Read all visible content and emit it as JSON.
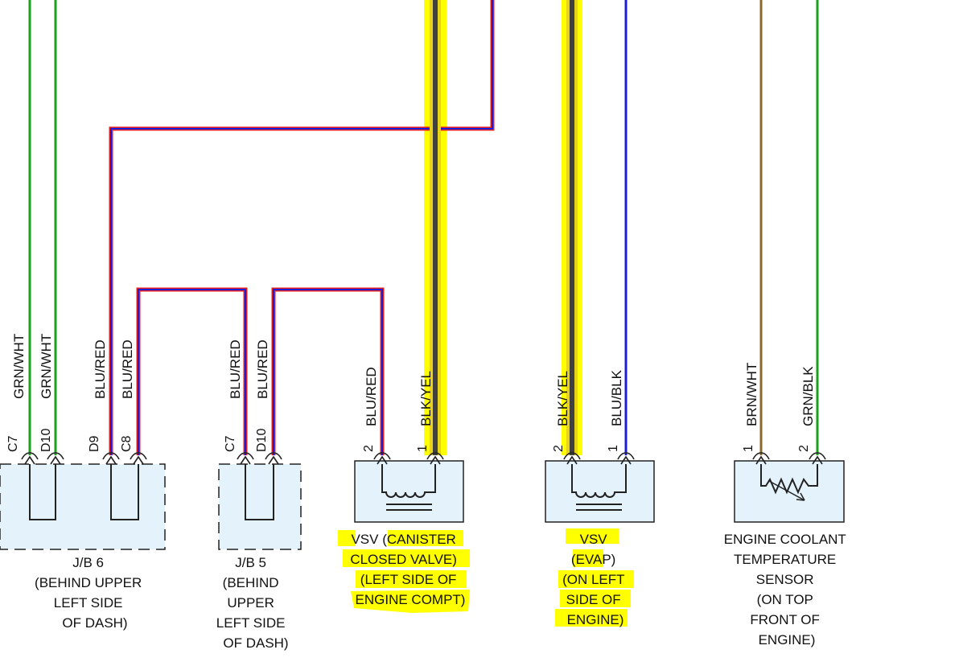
{
  "colors": {
    "green": "#1aa01a",
    "blue": "#1c1cd8",
    "red": "#e02020",
    "black": "#404040",
    "yellow_wire": "#e8d21a",
    "brown": "#8a6a2a",
    "highlight": "#ffff00",
    "component_fill": "#e4f2fb"
  },
  "wires": {
    "w1": "GRN/WHT",
    "w2": "GRN/WHT",
    "w3": "BLU/RED",
    "w4": "BLU/RED",
    "w5": "BLU/RED",
    "w6": "BLU/RED",
    "w7": "BLU/RED",
    "w8": "BLK/YEL",
    "w9": "BLK/YEL",
    "w10": "BLU/BLK",
    "w11": "BRN/WHT",
    "w12": "GRN/BLK"
  },
  "pins": {
    "jb6_a": "C7",
    "jb6_b": "D10",
    "jb6_c": "D9",
    "jb6_d": "C8",
    "jb5_a": "C7",
    "jb5_b": "D10",
    "vsv1_a": "2",
    "vsv1_b": "1",
    "vsv2_a": "2",
    "vsv2_b": "1",
    "ect_a": "1",
    "ect_b": "2"
  },
  "components": {
    "jb6": [
      "J/B 6",
      "(BEHIND UPPER",
      "LEFT SIDE",
      "OF DASH)"
    ],
    "jb5": [
      "J/B 5",
      "(BEHIND",
      "UPPER",
      "LEFT SIDE",
      "OF DASH)"
    ],
    "vsv_canister": [
      "VSV (CANISTER",
      "CLOSED VALVE)",
      "(LEFT SIDE OF",
      "ENGINE COMPT)"
    ],
    "vsv_evap": [
      "VSV",
      "(EVAP)",
      "(ON LEFT",
      "SIDE OF",
      "ENGINE)"
    ],
    "ect_sensor": [
      "ENGINE COOLANT",
      "TEMPERATURE",
      "SENSOR",
      "(ON TOP",
      "FRONT OF",
      "ENGINE)"
    ]
  }
}
